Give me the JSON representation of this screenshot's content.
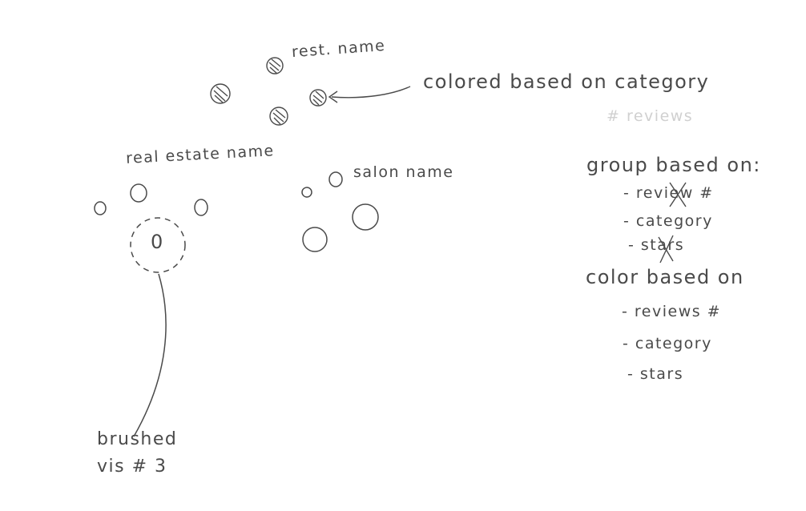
{
  "labels": {
    "rest_name": "rest. name",
    "colored_note": "colored based on category",
    "faint_note": "# reviews",
    "real_estate_name": "real estate name",
    "salon_name": "salon name",
    "center_digit": "0",
    "brushed_line1": "brushed",
    "brushed_line2": "vis # 3"
  },
  "group_based_on": {
    "heading": "group based on:",
    "items": [
      {
        "text": "- review #",
        "crossed": true
      },
      {
        "text": "- category",
        "crossed": false
      },
      {
        "text": "- stars",
        "crossed": true
      }
    ]
  },
  "color_based_on": {
    "heading": "color based on",
    "items": [
      {
        "text": "- reviews #"
      },
      {
        "text": "- category"
      },
      {
        "text": "- stars"
      }
    ]
  },
  "colors": {
    "ink": "#4a4a4a",
    "faint": "#d0d0d0",
    "paper": "#ffffff"
  }
}
